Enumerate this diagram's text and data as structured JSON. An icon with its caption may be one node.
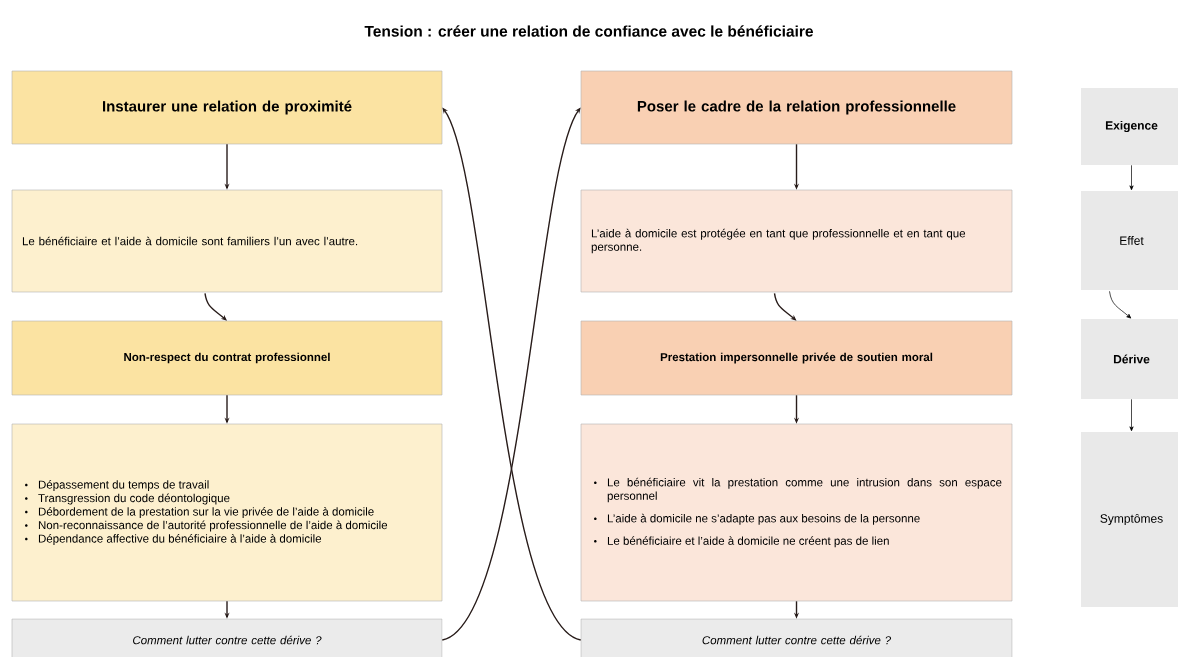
{
  "diagram": {
    "title": "Tension : créer une relation de confiance avec le bénéficiaire",
    "nodes": [
      {
        "text": [
          "Instaurer une relation de proximité"
        ]
      },
      {
        "text": [
          "Le bénéficiaire et l’aide à domicile sont familiers l’un avec l’autre."
        ]
      },
      {
        "text": [
          "Non-respect du contrat professionnel"
        ]
      },
      {
        "text": [
          "Dépassement du temps de travail",
          "Transgression du code déontologique",
          "Débordement de la prestation sur la vie privée de l’aide à domicile",
          "Non-reconnaissance de l’autorité professionnelle de l’aide à domicile",
          "Dépendance affective du bénéficiaire à l’aide à domicile"
        ]
      },
      {
        "text": [
          "Comment lutter contre cette dérive ?"
        ]
      },
      {
        "text": [
          "Poser le cadre de la relation professionnelle"
        ]
      },
      {
        "text": [
          "L’aide à domicile est protégée en tant que professionnelle et en tant que personne."
        ]
      },
      {
        "text": [
          "Prestation impersonnelle privée de soutien moral"
        ]
      },
      {
        "text": [
          "Le bénéficiaire vit la prestation comme une intrusion dans son espace personnel",
          "L’aide à domicile ne s’adapte pas aux besoins de la personne",
          "Le bénéficiaire et l’aide à domicile ne créent pas de lien"
        ]
      },
      {
        "text": [
          "Comment lutter contre cette dérive ?"
        ]
      },
      {
        "text": [
          "Exigence"
        ]
      },
      {
        "text": [
          "Effet"
        ]
      },
      {
        "text": [
          "Dérive"
        ]
      },
      {
        "text": [
          "Symptômes"
        ]
      }
    ],
    "edges": [
      {
        "from": 0,
        "to": 1,
        "arrow": "to"
      },
      {
        "from": 1,
        "to": 2,
        "arrow": "to"
      },
      {
        "from": 2,
        "to": 3,
        "arrow": "to"
      },
      {
        "from": 3,
        "to": 4,
        "arrow": "to"
      },
      {
        "from": 5,
        "to": 6,
        "arrow": "to"
      },
      {
        "from": 6,
        "to": 7,
        "arrow": "to"
      },
      {
        "from": 7,
        "to": 8,
        "arrow": "to"
      },
      {
        "from": 8,
        "to": 9,
        "arrow": "to"
      },
      {
        "from": 4,
        "to": 5,
        "arrow": "to"
      },
      {
        "from": 9,
        "to": 0,
        "arrow": "to"
      },
      {
        "from": 10,
        "to": 11,
        "arrow": "to"
      },
      {
        "from": 11,
        "to": 12,
        "arrow": "to"
      },
      {
        "from": 12,
        "to": 13,
        "arrow": "to"
      }
    ]
  }
}
